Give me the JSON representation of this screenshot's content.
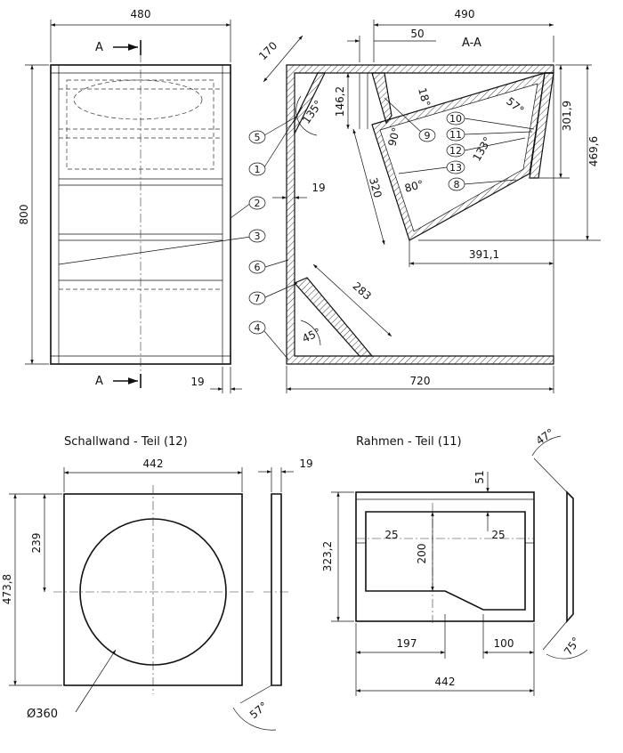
{
  "front_view": {
    "width_dim": "480",
    "height_dim": "800",
    "section_marker": "A",
    "section_marker_bottom": "A",
    "board_dim": "19"
  },
  "section_view": {
    "title": "A-A",
    "width_dim": "490",
    "offset_dim": "50",
    "dim_170": "170",
    "dim_146": "146,2",
    "dim_301": "301,9",
    "dim_469": "469,6",
    "dim_320": "320",
    "dim_19": "19",
    "dim_391": "391,1",
    "dim_283": "283",
    "dim_720": "720",
    "angles": [
      "135°",
      "18°",
      "57°",
      "90°",
      "133°",
      "80°",
      "45°"
    ],
    "part_numbers": [
      "1",
      "2",
      "3",
      "4",
      "5",
      "6",
      "7",
      "8",
      "9",
      "10",
      "11",
      "12",
      "13"
    ]
  },
  "schallwand": {
    "title": "Schallwand - Teil (12)",
    "width_dim": "442",
    "height_dim": "473,8",
    "dim_239": "239",
    "thickness_dim": "19",
    "angle": "57°",
    "hole_dim": "Ø360"
  },
  "rahmen": {
    "title": "Rahmen - Teil (11)",
    "dim_51": "51",
    "dim_323": "323,2",
    "dim_25_left": "25",
    "dim_25_right": "25",
    "dim_200": "200",
    "dim_197": "197",
    "dim_100": "100",
    "width_dim": "442",
    "angle_top": "47°",
    "angle_bottom": "75°"
  }
}
